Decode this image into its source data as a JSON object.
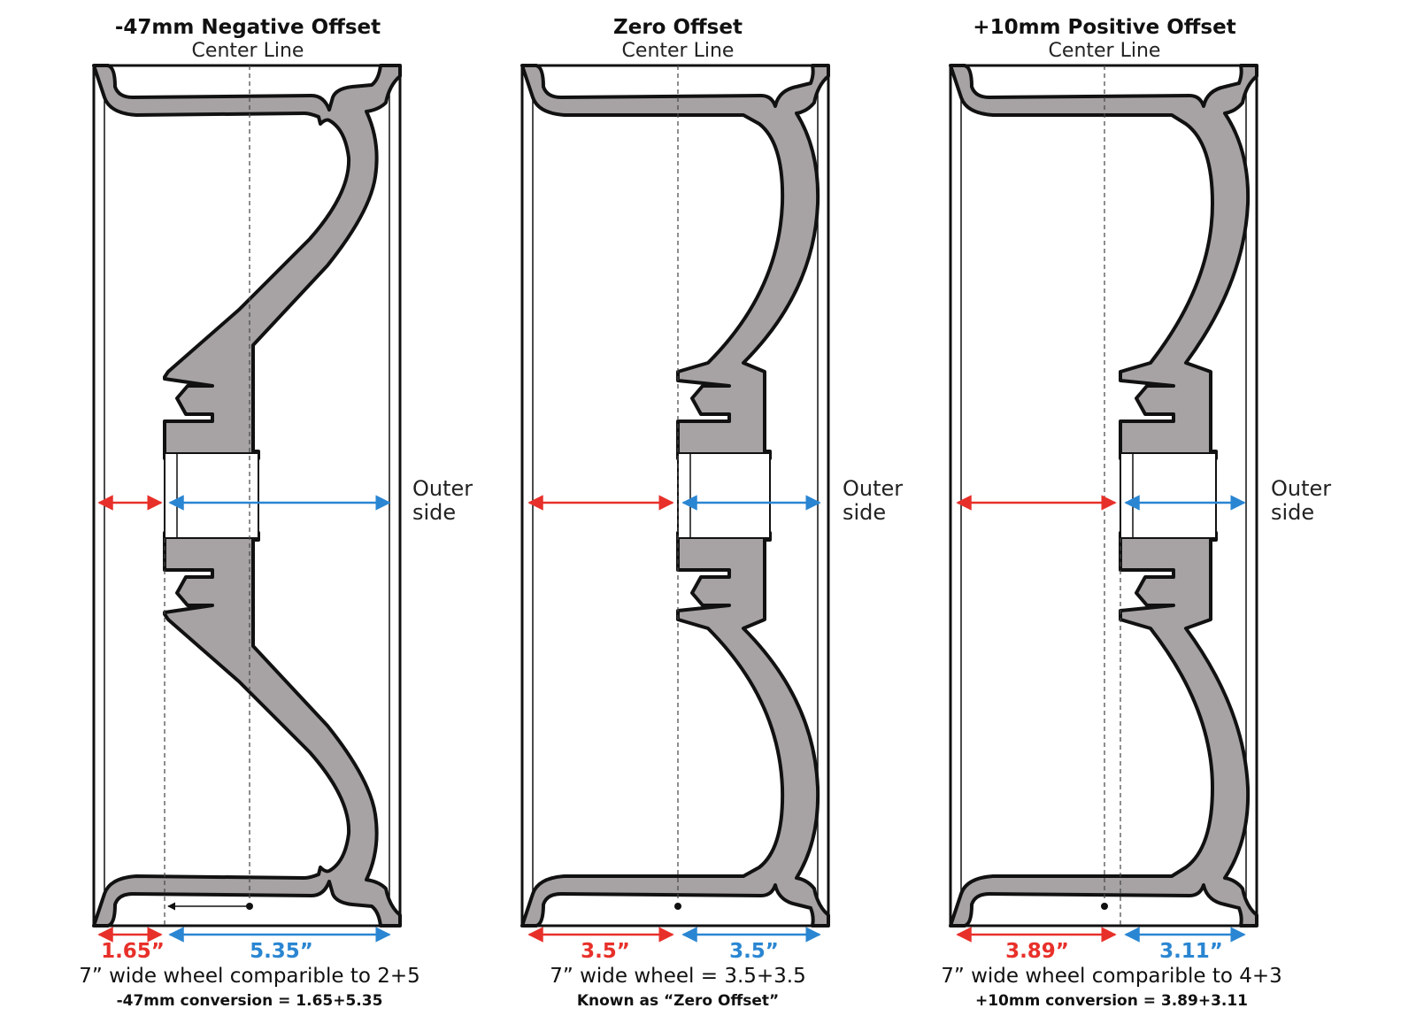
{
  "colors": {
    "red": "#e8302a",
    "blue": "#2a86d2",
    "wheel_fill": "#a7a3a4",
    "outline": "#111111"
  },
  "wheels": [
    {
      "title": "-47mm Negative Offset",
      "center_label": "Center Line",
      "outer_label_1": "Outer",
      "outer_label_2": "side",
      "inner_value": "1.65”",
      "outer_value": "5.35”",
      "description": "7” wide wheel comparible to 2+5",
      "conversion": "-47mm conversion = 1.65+5.35"
    },
    {
      "title": "Zero Offset",
      "center_label": "Center Line",
      "outer_label_1": "Outer",
      "outer_label_2": "side",
      "inner_value": "3.5”",
      "outer_value": "3.5”",
      "description": "7” wide wheel = 3.5+3.5",
      "conversion": "Known as “Zero Offset”"
    },
    {
      "title": "+10mm Positive Offset",
      "center_label": "Center Line",
      "outer_label_1": "Outer",
      "outer_label_2": "side",
      "inner_value": "3.89”",
      "outer_value": "3.11”",
      "description": "7” wide wheel comparible to 4+3",
      "conversion": "+10mm conversion = 3.89+3.11"
    }
  ]
}
